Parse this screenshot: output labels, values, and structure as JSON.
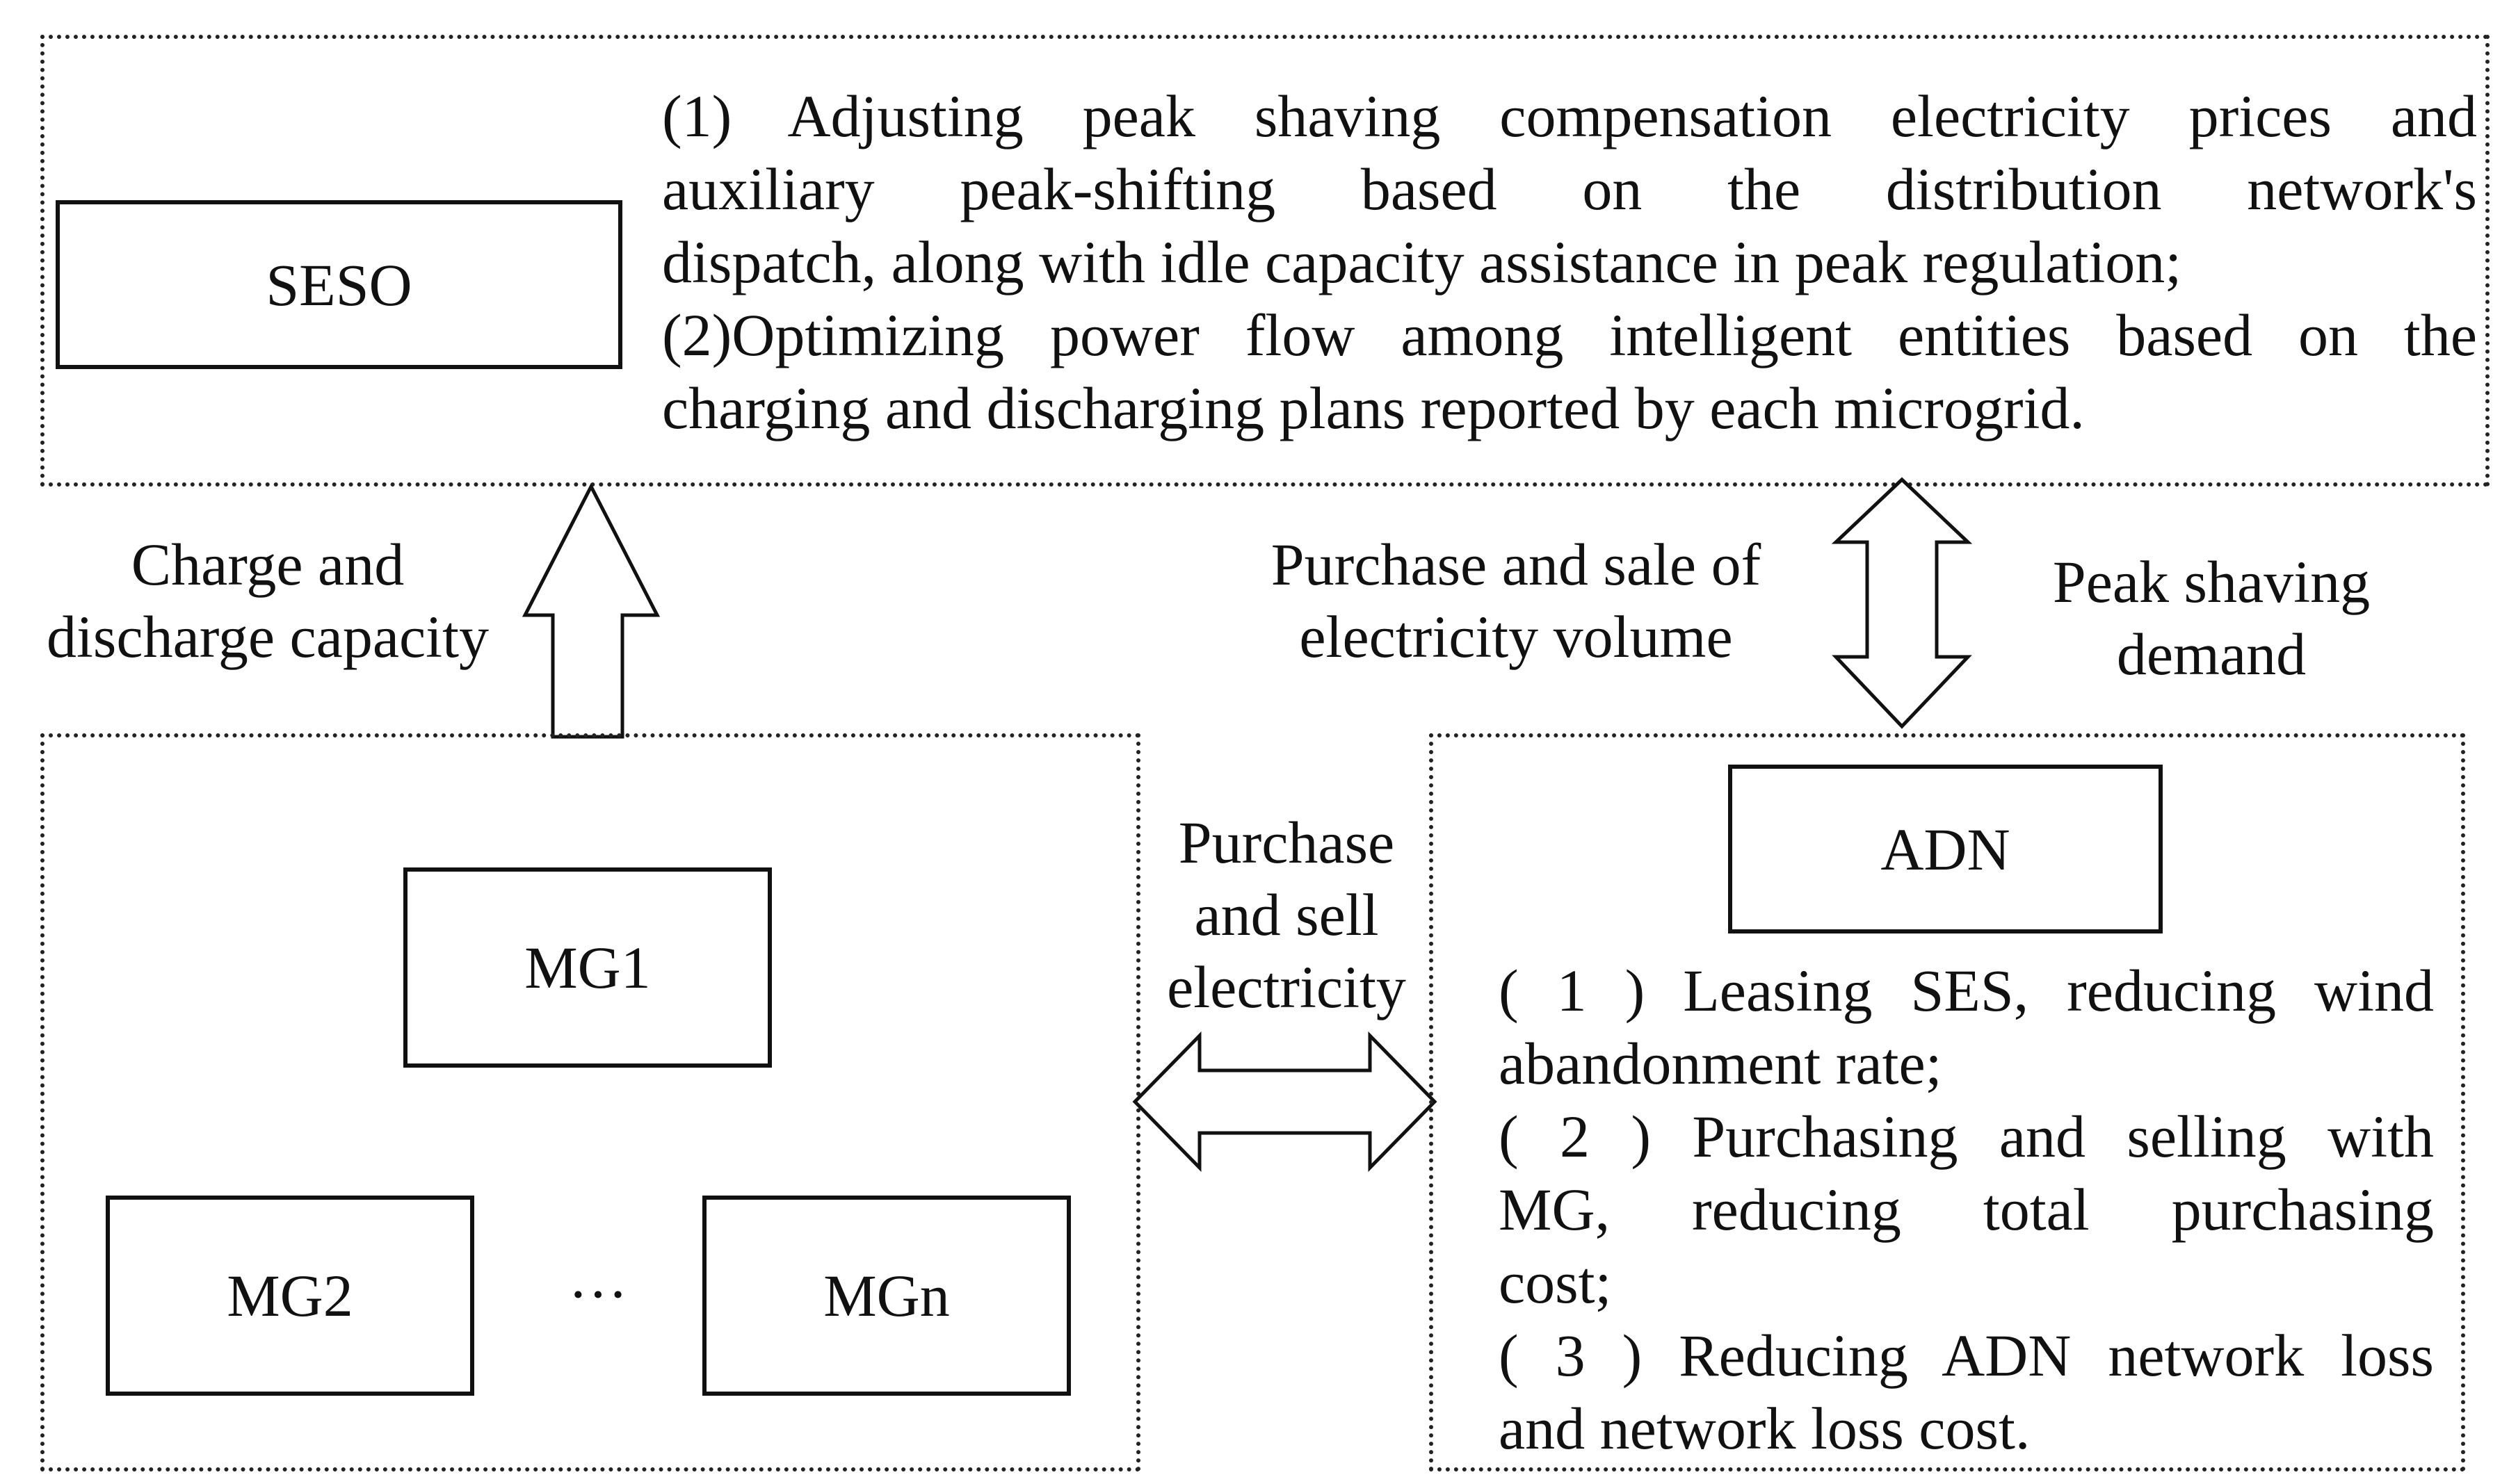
{
  "seso_group": {
    "box_label": "SESO",
    "duties": [
      "(1) Adjusting peak  shaving compensation electricity prices and",
      "auxiliary peak-shifting based on the distribution network's",
      "dispatch, along with idle capacity assistance in peak regulation;",
      "(2)Optimizing power flow among intelligent entities based on the",
      "charging and discharging plans reported by each microgrid."
    ]
  },
  "arrows": {
    "mg_to_seso": [
      "Charge and",
      "discharge capacity"
    ],
    "seso_adn_left": [
      "Purchase and sale of",
      "electricity volume"
    ],
    "seso_adn_right": [
      "Peak shaving",
      "demand"
    ],
    "mg_adn": [
      "Purchase",
      "and sell",
      "electricity"
    ]
  },
  "mg_group": {
    "mg1": "MG1",
    "mg2": "MG2",
    "ellipsis": "···",
    "mgn": "MGn"
  },
  "adn_group": {
    "box_label": "ADN",
    "duties": [
      "( 1 ) Leasing SES, reducing wind",
      "abandonment rate;",
      "( 2 ) Purchasing and selling with",
      "MG, reducing total purchasing",
      "cost;",
      "( 3 ) Reducing ADN network loss",
      "and network loss cost."
    ]
  }
}
